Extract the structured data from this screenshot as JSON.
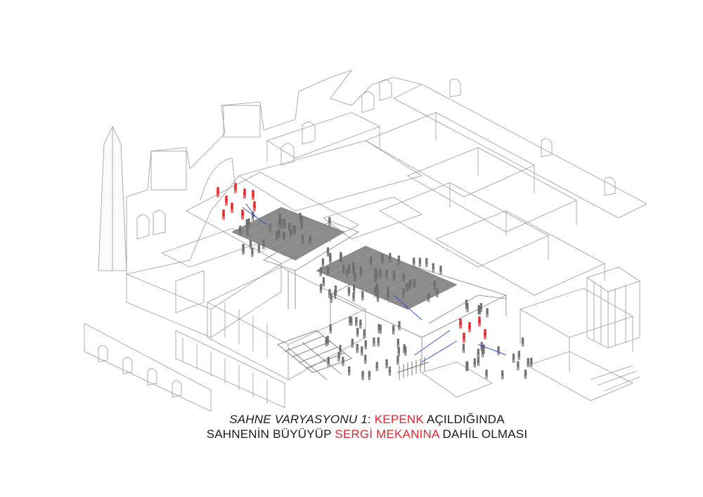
{
  "caption": {
    "line1": {
      "italic_part": "SAHNE VARYASYONU 1",
      "colon": ": ",
      "red_part": "KEPENK",
      "rest": " AÇILDIĞINDA"
    },
    "line2": {
      "part1": "SAHNENİN BÜYÜYÜP ",
      "red_part": "SERGİ MEKANINA",
      "part2": " DAHİL OLMASI"
    }
  },
  "colors": {
    "accent_red": "#e0262b",
    "line_gray": "#9a9a9a",
    "seat_gray": "#8c8c8c",
    "crowd_gray": "#6e6e6e",
    "sightline_blue": "#3b4fd1"
  }
}
